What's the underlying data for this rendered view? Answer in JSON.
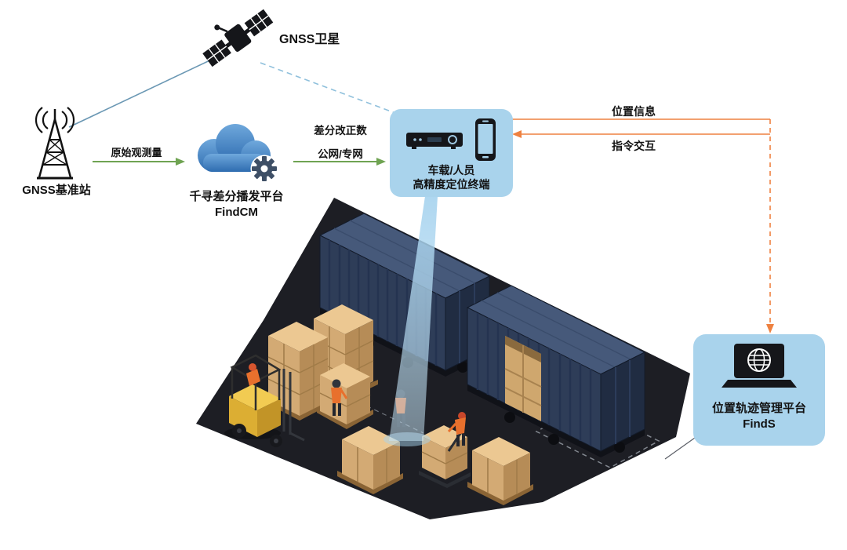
{
  "palette": {
    "callout_bg": "#a9d3ec",
    "arrow_orange": "#ee8140",
    "arrow_green": "#6fa352",
    "satellite_line_blue": "#6b98b4",
    "dashed_line_blue": "#8fc0dc",
    "cloud_blue": "#3f80c4",
    "gear_slate": "#3e4f66",
    "ground_dark": "#1d1e24",
    "container_navy": "#2e3d58",
    "carton_tan": "#d3aa74",
    "forklift_yellow": "#e9bd3e"
  },
  "nodes": {
    "satellite": {
      "label": "GNSS卫星"
    },
    "base_station": {
      "label": "GNSS基准站"
    },
    "cloud": {
      "name": "千寻差分播发平台",
      "product": "FindCM"
    },
    "terminal": {
      "line1": "车载/人员",
      "line2": "高精度定位终端"
    },
    "finds": {
      "name": "位置轨迹管理平台",
      "product": "FindS"
    }
  },
  "edges": {
    "raw_observation": {
      "label": "原始观测量"
    },
    "correction": {
      "line1": "差分改正数",
      "line2": "公网/专网"
    },
    "position_info": {
      "label": "位置信息"
    },
    "command": {
      "label": "指令交互"
    }
  },
  "icons": {
    "satellite": "gnss-satellite-icon",
    "base_station": "antenna-tower-icon",
    "cloud": "cloud-gear-icon",
    "terminal_device": "positioning-terminal-icon",
    "smartphone": "smartphone-icon",
    "laptop": "laptop-globe-icon"
  }
}
